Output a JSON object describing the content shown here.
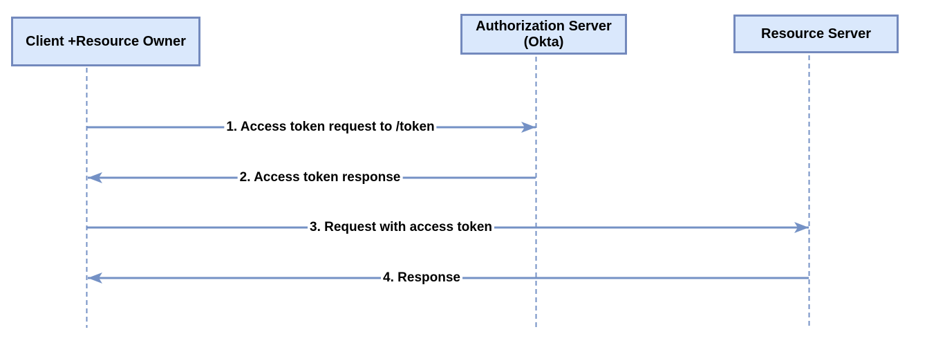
{
  "diagram": {
    "type": "sequence",
    "actors": [
      {
        "label": "Client +Resource Owner"
      },
      {
        "label": "Authorization Server\n(Okta)"
      },
      {
        "label": "Resource Server"
      }
    ],
    "messages": [
      {
        "label": "1. Access token request to /token",
        "from": "Client +Resource Owner",
        "to": "Authorization Server (Okta)",
        "direction": "right"
      },
      {
        "label": "2. Access token response",
        "from": "Authorization Server (Okta)",
        "to": "Client +Resource Owner",
        "direction": "left"
      },
      {
        "label": "3. Request with access token",
        "from": "Client +Resource Owner",
        "to": "Resource Server",
        "direction": "right"
      },
      {
        "label": "4. Response",
        "from": "Resource Server",
        "to": "Client +Resource Owner",
        "direction": "left"
      }
    ],
    "colors": {
      "actor_fill": "#dae8fc",
      "actor_border": "#7389bd",
      "line": "#7491c5",
      "text": "#000000",
      "background": "#ffffff"
    }
  }
}
